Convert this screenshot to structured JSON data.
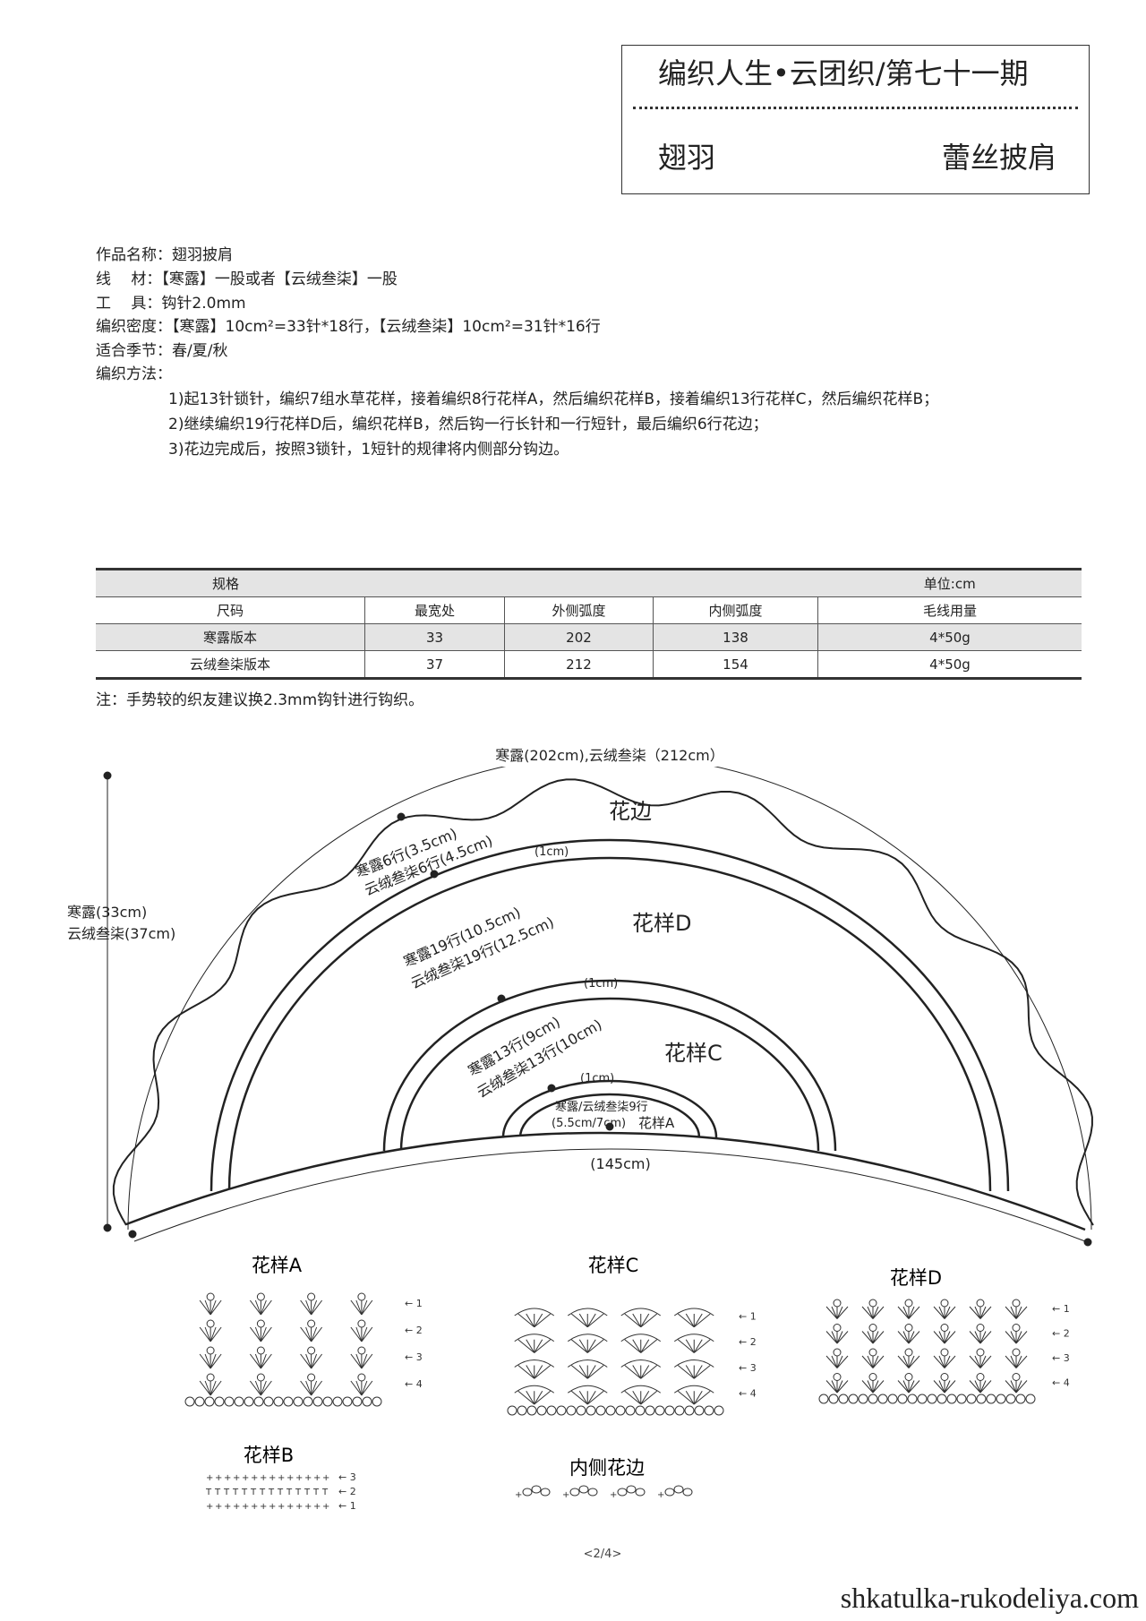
{
  "header": {
    "series_title": "编织人生•云团织/第七十一期",
    "name": "翅羽",
    "type": "蕾丝披肩"
  },
  "info": {
    "work_name": "作品名称：翅羽披肩",
    "yarn": "线　 材：【寒露】一股或者【云绒叁柒】一股",
    "tool": "工　 具：钩针2.0mm",
    "gauge": "编织密度：【寒露】10cm²=33针*18行，【云绒叁柒】10cm²=31针*16行",
    "season": "适合季节：春/夏/秋",
    "method_label": "编织方法：",
    "steps": [
      "1)起13针锁针，编织7组水草花样，接着编织8行花样A，然后编织花样B，接着编织13行花样C，然后编织花样B；",
      "2)继续编织19行花样D后，编织花样B，然后钩一行长针和一行短针，最后编织6行花边；",
      "3)花边完成后，按照3锁针，1短针的规律将内侧部分钩边。"
    ]
  },
  "table": {
    "title": "规格",
    "unit": "单位:cm",
    "headers": [
      "尺码",
      "最宽处",
      "外侧弧度",
      "内侧弧度",
      "毛线用量"
    ],
    "rows": [
      [
        "寒露版本",
        "33",
        "202",
        "138",
        "4*50g"
      ],
      [
        "云绒叁柒版本",
        "37",
        "212",
        "154",
        "4*50g"
      ]
    ]
  },
  "note": "注：手势较的织友建议换2.3mm钩针进行钩织。",
  "diagram": {
    "outer_arc": "寒露(202cm),云绒叁柒（212cm）",
    "height_1": "寒露(33cm)",
    "height_2": "云绒叁柒(37cm)",
    "edge_label": "花边",
    "d_label": "花样D",
    "c_label": "花样C",
    "a_label": "花样A",
    "edge_rows_1": "寒露6行(3.5cm)",
    "edge_rows_2": "云绒叁柒6行(4.5cm)",
    "d_rows_1": "寒露19行(10.5cm)",
    "d_rows_2": "云绒叁柒19行(12.5cm)",
    "c_rows_1": "寒露13行(9cm)",
    "c_rows_2": "云绒叁柒13行(10cm)",
    "a_rows_1": "寒露/云绒叁柒9行",
    "a_rows_2": "(5.5cm/7cm)",
    "band": "(1cm)",
    "inner_arc": "(145cm)"
  },
  "swatches": {
    "a": {
      "title": "花样A",
      "rows": [
        "4",
        "3",
        "2",
        "1"
      ]
    },
    "c": {
      "title": "花样C",
      "rows": [
        "4",
        "3",
        "2",
        "1"
      ]
    },
    "d": {
      "title": "花样D",
      "rows": [
        "4",
        "3",
        "2",
        "1"
      ]
    },
    "b": {
      "title": "花样B",
      "rows": [
        "3",
        "2",
        "1"
      ]
    },
    "inner": {
      "title": "内侧花边"
    }
  },
  "page": "<2/4>",
  "site": "shkatulka-rukodeliya.com"
}
